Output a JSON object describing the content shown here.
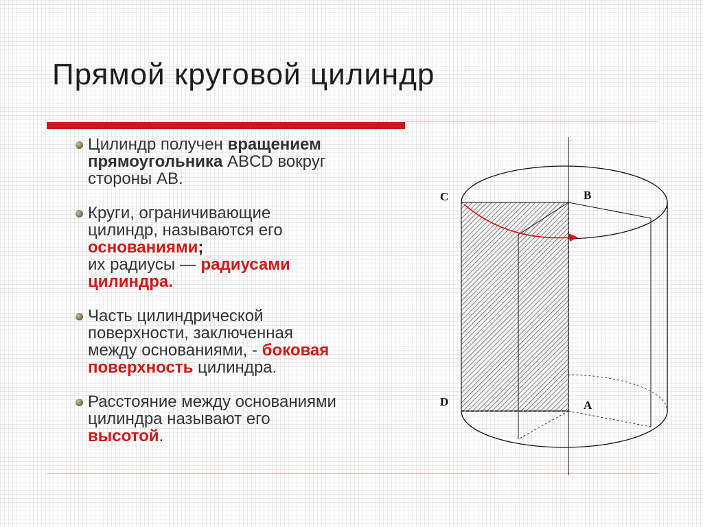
{
  "title": "Прямой круговой цилиндр",
  "bullets": [
    {
      "lines": [
        [
          {
            "t": " Цилиндр получен ",
            "s": "n"
          },
          {
            "t": "вращением",
            "s": "bold"
          }
        ],
        [
          {
            "t": "прямоугольника",
            "s": "bold"
          },
          {
            "t": " ABCD вокруг",
            "s": "n"
          }
        ],
        [
          {
            "t": "стороны AB.",
            "s": "n"
          }
        ]
      ]
    },
    {
      "lines": [
        [
          {
            "t": " Круги, ограничивающие",
            "s": "n"
          }
        ],
        [
          {
            "t": "цилиндр, называются его",
            "s": "n"
          }
        ],
        [
          {
            "t": "основаниями",
            "s": "red"
          },
          {
            "t": ";",
            "s": "dark"
          }
        ],
        [
          {
            "t": "их радиусы — ",
            "s": "n"
          },
          {
            "t": "радиусами",
            "s": "red"
          }
        ],
        [
          {
            "t": "цилиндра.",
            "s": "red"
          }
        ]
      ]
    },
    {
      "lines": [
        [
          {
            "t": " Часть цилиндрической",
            "s": "n"
          }
        ],
        [
          {
            "t": "поверхности, заключенная",
            "s": "n"
          }
        ],
        [
          {
            "t": "между основаниями, - ",
            "s": "n"
          },
          {
            "t": "боковая",
            "s": "red"
          }
        ],
        [
          {
            "t": "поверхность",
            "s": "red"
          },
          {
            "t": " цилиндра.",
            "s": "n"
          }
        ]
      ]
    },
    {
      "lines": [
        [
          {
            "t": " Расстояние между основаниями",
            "s": "n"
          }
        ],
        [
          {
            "t": "цилиндра называют его",
            "s": "n"
          }
        ],
        [
          {
            "t": "высотой",
            "s": "red"
          },
          {
            "t": ".",
            "s": "n"
          }
        ]
      ]
    }
  ],
  "diagram": {
    "labels": {
      "A": "A",
      "B": "B",
      "C": "C",
      "D": "D"
    }
  },
  "colors": {
    "accent_red": "#c41b1b",
    "text_red": "#d01818"
  }
}
